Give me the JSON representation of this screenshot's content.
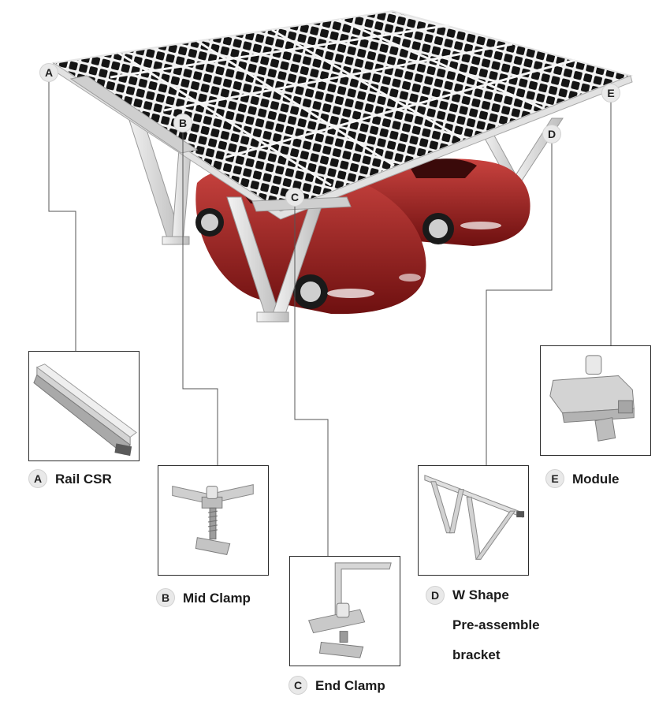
{
  "callouts": {
    "a": {
      "letter": "A",
      "label": "Rail CSR"
    },
    "b": {
      "letter": "B",
      "label": "Mid Clamp"
    },
    "c": {
      "letter": "C",
      "label": "End Clamp"
    },
    "d": {
      "letter": "D",
      "label": "W Shape\nPre-assemble\nbracket"
    },
    "e": {
      "letter": "E",
      "label": "Module"
    }
  },
  "colors": {
    "panel": "#1a1a1a",
    "frame": "#d9d9d9",
    "steel": "#dcdcdc",
    "car": "#9b1c1c",
    "leader": "#555555"
  }
}
